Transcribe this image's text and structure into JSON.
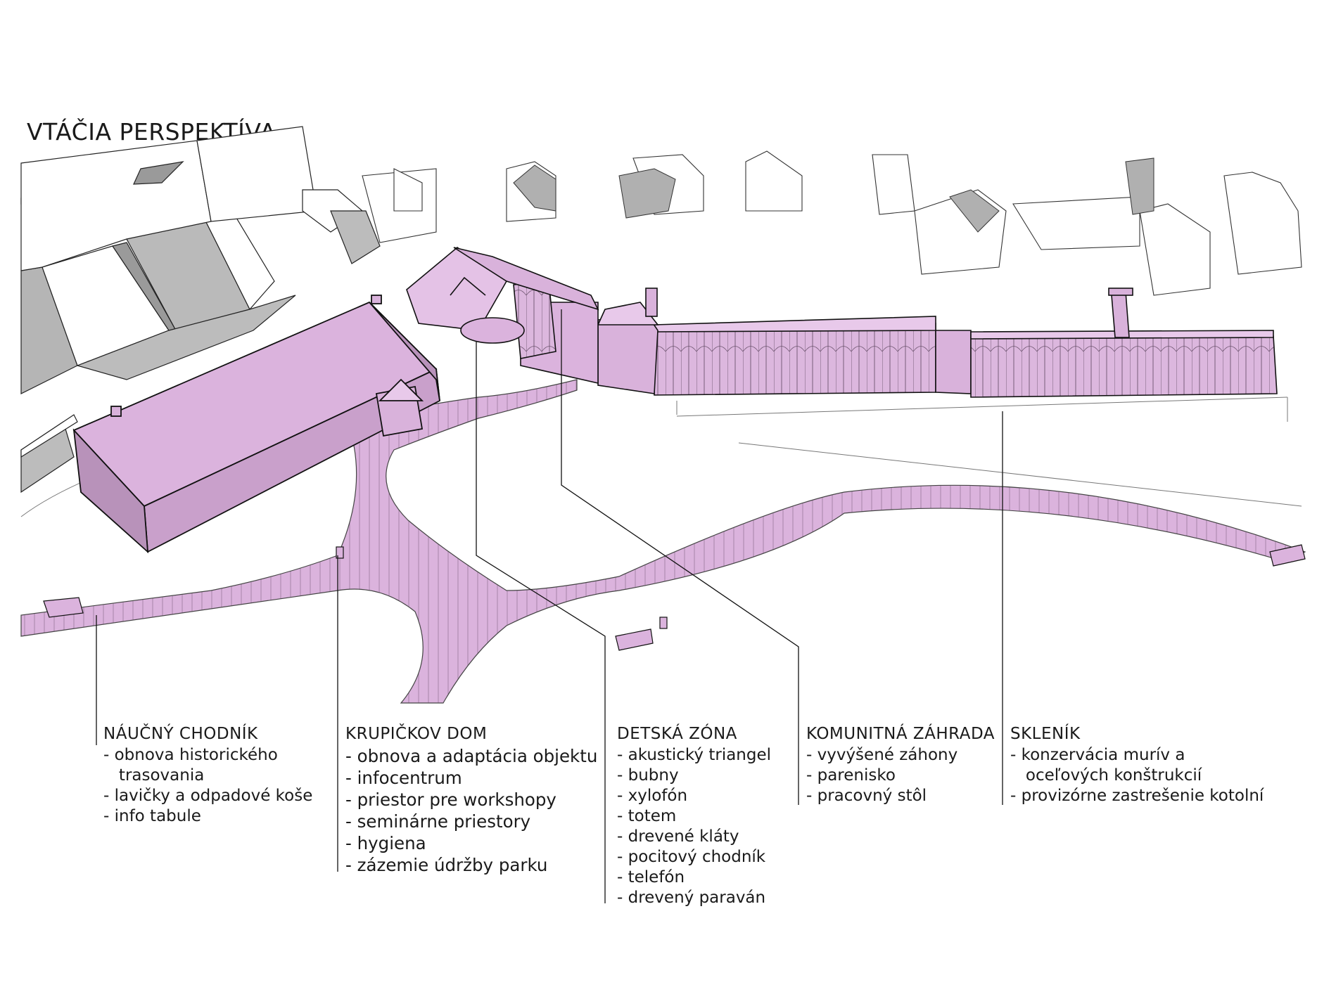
{
  "title": "VTÁČIA PERSPEKTÍVA",
  "colors": {
    "accent": "#dbb3dd",
    "accent_dark": "#a889ab",
    "context_shadow": "#b8b8b8",
    "line": "#111111"
  },
  "legend": [
    {
      "id": "naucny",
      "heading": "NÁUČNÝ CHODNÍK",
      "items": [
        "- obnova historického",
        "   trasovania",
        "- lavičky a odpadové koše",
        "- info tabule"
      ]
    },
    {
      "id": "krupickov",
      "heading": "KRUPIČKOV DOM",
      "items": [
        "- obnova a adaptácia objektu",
        "- infocentrum",
        "- priestor pre workshopy",
        "- seminárne priestory",
        "- hygiena",
        "- zázemie údržby parku"
      ]
    },
    {
      "id": "detska",
      "heading": "DETSKÁ  ZÓNA",
      "items": [
        "- akustický triangel",
        "- bubny",
        "- xylofón",
        "- totem",
        "- drevené kláty",
        "- pocitový chodník",
        "- telefón",
        "- drevený paraván"
      ]
    },
    {
      "id": "komunitna",
      "heading": "KOMUNITNÁ  ZÁHRADA",
      "items": [
        "- vyvýšené záhony",
        "- parenisko",
        "- pracovný stôl"
      ]
    },
    {
      "id": "sklenik",
      "heading": "SKLENÍK",
      "items": [
        "- konzervácia murív a",
        "   oceľových konštrukcií",
        "- provizórne zastrešenie kotolní"
      ]
    }
  ]
}
